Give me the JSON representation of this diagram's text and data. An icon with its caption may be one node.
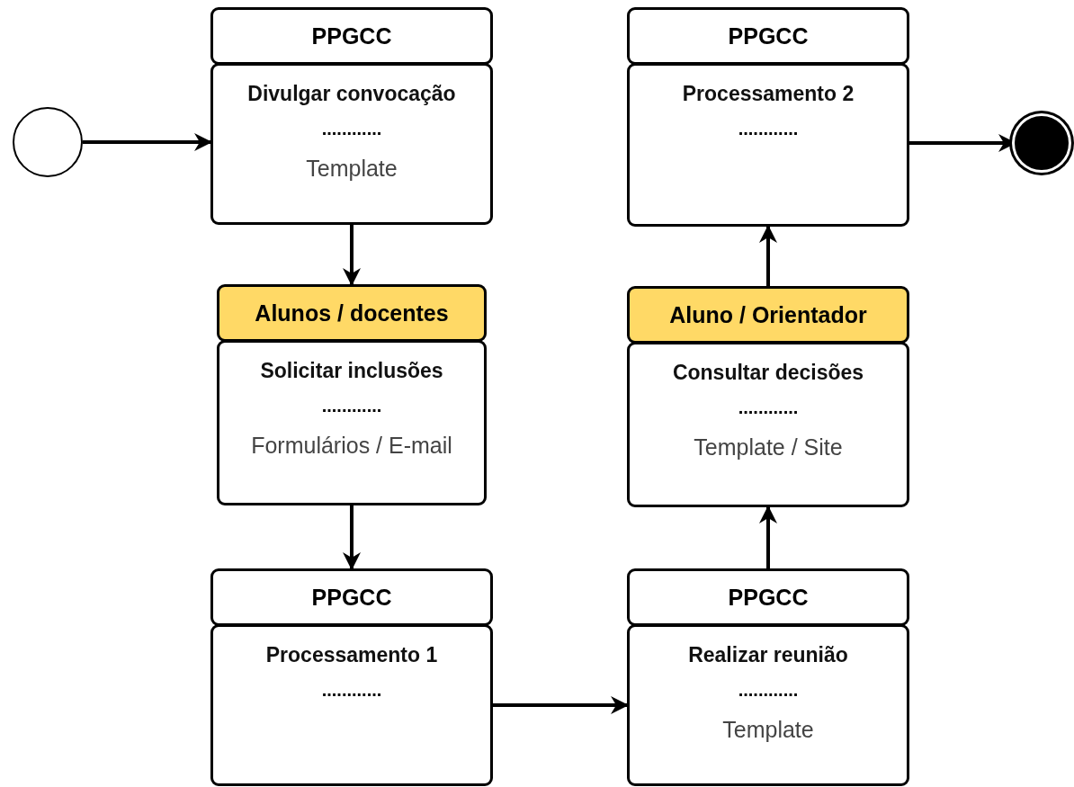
{
  "diagram": {
    "nodes": [
      {
        "text": [],
        "shape": "circle"
      },
      {
        "text": [
          "PPGCC"
        ]
      },
      {
        "text": [
          "Divulgar convocação",
          "............",
          "Template"
        ]
      },
      {
        "text": [
          "Alunos / docentes"
        ]
      },
      {
        "text": [
          "Solicitar inclusões",
          "............",
          "Formulários / E-mail"
        ]
      },
      {
        "text": [
          "PPGCC"
        ]
      },
      {
        "text": [
          "Processamento 1",
          "............"
        ]
      },
      {
        "text": [
          "PPGCC"
        ]
      },
      {
        "text": [
          "Realizar reunião",
          "............",
          "Template"
        ]
      },
      {
        "text": [
          "Aluno / Orientador"
        ]
      },
      {
        "text": [
          "Consultar decisões",
          "............",
          "Template / Site"
        ]
      },
      {
        "text": [
          "PPGCC"
        ]
      },
      {
        "text": [
          "Processamento 2",
          "............"
        ]
      },
      {
        "text": [],
        "shape": "circle"
      }
    ],
    "edges": [
      {
        "from": 0,
        "to": 2,
        "arrow": "to"
      },
      {
        "from": 2,
        "to": 3,
        "arrow": "to"
      },
      {
        "from": 4,
        "to": 5,
        "arrow": "to"
      },
      {
        "from": 6,
        "to": 8,
        "arrow": "to"
      },
      {
        "from": 7,
        "to": 10,
        "arrow": "to"
      },
      {
        "from": 9,
        "to": 12,
        "arrow": "to"
      },
      {
        "from": 12,
        "to": 13,
        "arrow": "to"
      }
    ]
  }
}
